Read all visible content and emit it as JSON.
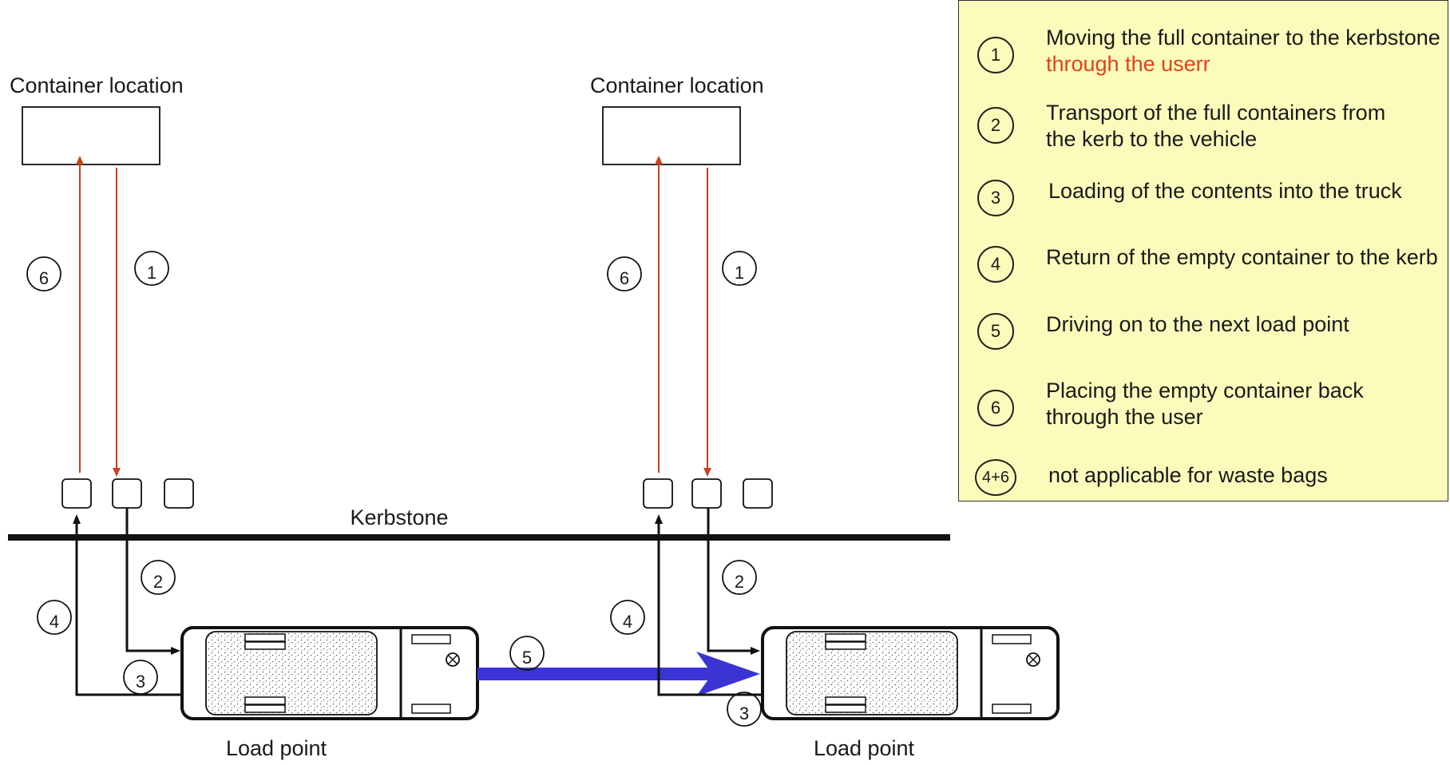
{
  "diagram": {
    "container_location_label": "Container location",
    "kerbstone_label": "Kerbstone",
    "load_point_label": "Load point",
    "step_markers": [
      "1",
      "2",
      "3",
      "4",
      "5",
      "6"
    ]
  },
  "legend": {
    "items": [
      {
        "marker": "1",
        "text": "Moving the full container to the kerbstone",
        "highlight": "through the userr"
      },
      {
        "marker": "2",
        "text": "Transport of the full containers from",
        "text2": "the kerb to the vehicle"
      },
      {
        "marker": "3",
        "text": "Loading of the contents into the truck"
      },
      {
        "marker": "4",
        "text": "Return of the empty container to the kerb"
      },
      {
        "marker": "5",
        "text": "Driving on to the next load point"
      },
      {
        "marker": "6",
        "text": "Placing the empty container back",
        "text2": "through the user"
      },
      {
        "marker": "4+6",
        "text": "not applicable for waste bags"
      }
    ]
  },
  "colors": {
    "flow_arrow_red": "#c8401c",
    "drive_arrow_blue": "#3a34d4",
    "legend_background": "#fbfbbb",
    "highlight_text": "#e0421c"
  }
}
